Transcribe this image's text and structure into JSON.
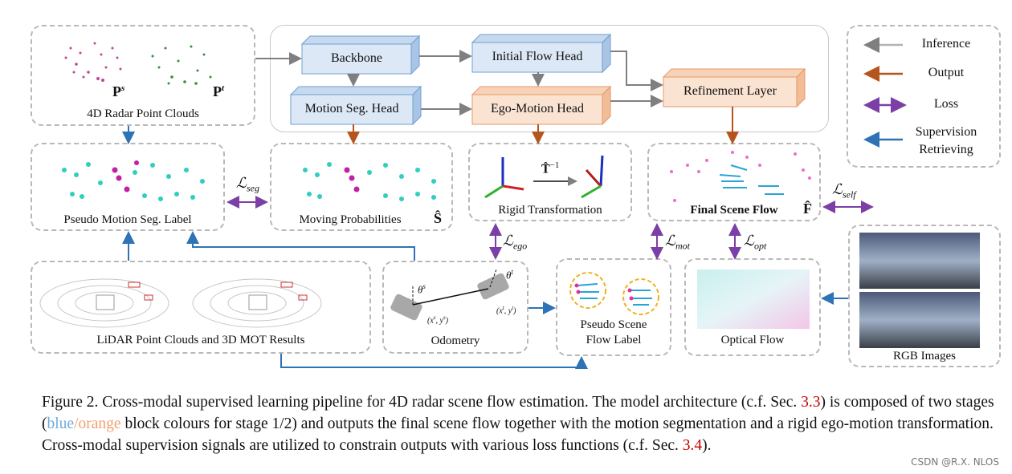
{
  "title_blocks": {
    "backbone": "Backbone",
    "initial_flow_head": "Initial Flow Head",
    "motion_seg_head": "Motion Seg. Head",
    "ego_motion_head": "Ego-Motion Head",
    "refinement_layer": "Refinement Layer"
  },
  "panels": {
    "radar": "4D Radar Point Clouds",
    "pseudo_motion_seg": "Pseudo Motion Seg. Label",
    "moving_prob": "Moving Probabilities",
    "rigid_transform": "Rigid Transformation",
    "final_scene_flow": "Final Scene Flow",
    "lidar": "LiDAR Point Clouds and 3D MOT Results",
    "odometry": "Odometry",
    "pseudo_scene_flow_1": "Pseudo Scene",
    "pseudo_scene_flow_2": "Flow Label",
    "optical_flow": "Optical Flow",
    "rgb": "RGB Images"
  },
  "legend": {
    "inference": "Inference",
    "output": "Output",
    "loss": "Loss",
    "supervision_1": "Supervision",
    "supervision_2": "Retrieving"
  },
  "math": {
    "ps": "P",
    "ps_sup": "s",
    "pt": "P",
    "pt_sup": "t",
    "l_seg": "seg",
    "l_ego": "ego",
    "l_mot": "mot",
    "l_opt": "opt",
    "l_self": "self",
    "s_hat": "Ŝ",
    "f_hat": "F̂",
    "t_inv": "T̂",
    "t_inv_sup": "−1",
    "theta_s": "θ",
    "theta_s_sup": "s",
    "theta_t": "θ",
    "theta_t_sup": "t",
    "xy_s": "(x",
    "xy_t": "(x"
  },
  "caption": {
    "part1": "Figure 2. Cross-modal supervised learning pipeline for 4D radar scene flow estimation. The model architecture (c.f. Sec. ",
    "ref1": "3.3",
    "part2": ") is composed of two stages (",
    "blue": "blue",
    "slash": "/",
    "orange": "orange",
    "part3": " block colours for stage 1/2) and outputs the final scene flow together with the motion segmentation and a rigid ego-motion transformation. Cross-modal supervision signals are utilized to constrain outputs with various loss functions (c.f. Sec. ",
    "ref2": "3.4",
    "part4": ")."
  },
  "watermark": "CSDN @R.X. NLOS",
  "colors": {
    "inference": "#7f7f7f",
    "output": "#b5541c",
    "loss": "#7b3fa6",
    "supervision": "#2e73b5",
    "blue_block": "#dce8f6",
    "orange_block": "#fbe3d2"
  }
}
